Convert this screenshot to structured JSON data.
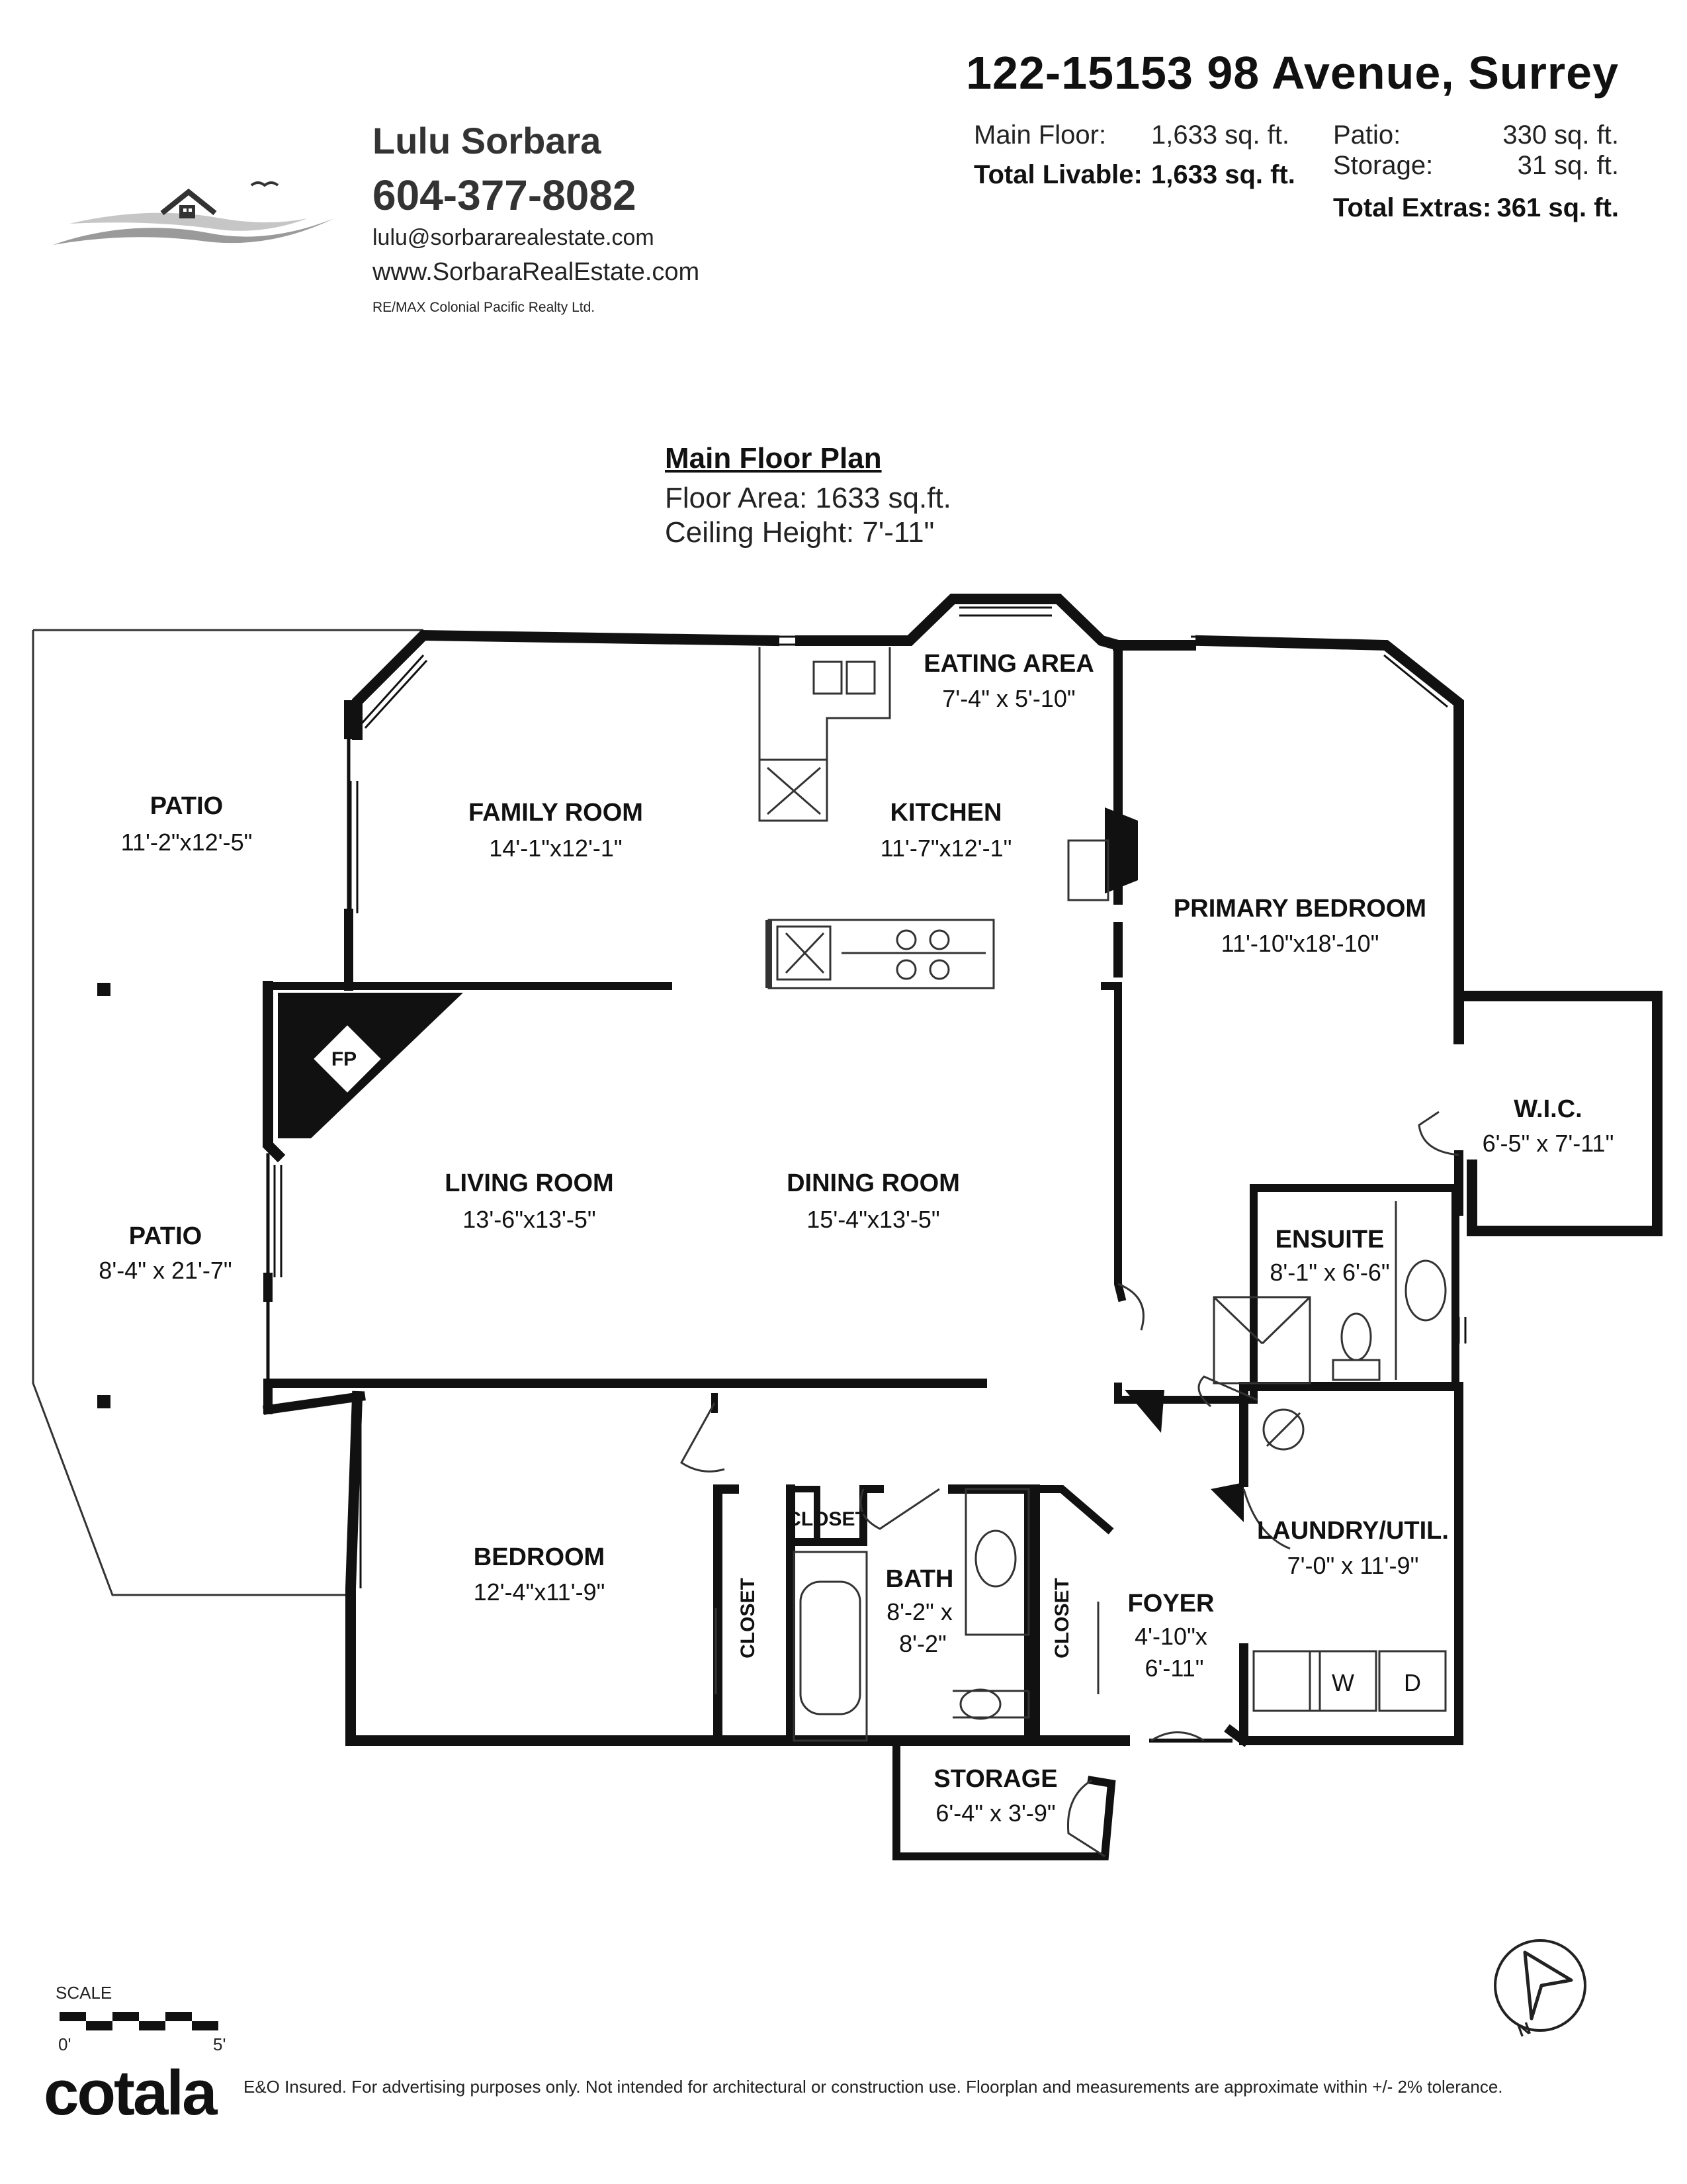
{
  "agent": {
    "name": "Lulu Sorbara",
    "phone": "604-377-8082",
    "email": "lulu@sorbararealestate.com",
    "website": "www.SorbaraRealEstate.com",
    "brokerage": "RE/MAX Colonial Pacific Realty Ltd."
  },
  "listing": {
    "address": "122-15153 98 Avenue, Surrey",
    "main_floor_label": "Main Floor:",
    "main_floor_value": "1,633 sq. ft.",
    "total_livable_label": "Total Livable:",
    "total_livable_value": "1,633 sq. ft.",
    "patio_label": "Patio:",
    "patio_value": "330 sq. ft.",
    "storage_label": "Storage:",
    "storage_value": "31 sq. ft.",
    "total_extras_label": "Total Extras:",
    "total_extras_value": "361 sq. ft."
  },
  "plan": {
    "title": "Main Floor Plan",
    "floor_area": "Floor Area: 1633 sq.ft.",
    "ceiling_height": "Ceiling Height: 7'-11\""
  },
  "rooms": {
    "patio_top": {
      "name": "PATIO",
      "dims": "11'-2\"x12'-5\""
    },
    "patio_left": {
      "name": "PATIO",
      "dims": "8'-4\" x 21'-7\""
    },
    "family_room": {
      "name": "FAMILY ROOM",
      "dims": "14'-1\"x12'-1\""
    },
    "eating_area": {
      "name": "EATING AREA",
      "dims": "7'-4\" x 5'-10\""
    },
    "kitchen": {
      "name": "KITCHEN",
      "dims": "11'-7\"x12'-1\""
    },
    "primary_bedroom": {
      "name": "PRIMARY BEDROOM",
      "dims": "11'-10\"x18'-10\""
    },
    "fp": "FP",
    "living_room": {
      "name": "LIVING ROOM",
      "dims": "13'-6\"x13'-5\""
    },
    "dining_room": {
      "name": "DINING ROOM",
      "dims": "15'-4\"x13'-5\""
    },
    "wic": {
      "name": "W.I.C.",
      "dims": "6'-5\" x 7'-11\""
    },
    "ensuite": {
      "name": "ENSUITE",
      "dims": "8'-1\" x 6'-6\""
    },
    "bedroom": {
      "name": "BEDROOM",
      "dims": "12'-4\"x11'-9\""
    },
    "closet_top": "CLOSET",
    "closet_bed": "CLOSET",
    "closet_foyer": "CLOSET",
    "bath": {
      "name": "BATH",
      "dims_1": "8'-2\" x",
      "dims_2": "8'-2\""
    },
    "foyer": {
      "name": "FOYER",
      "dims_1": "4'-10\"x",
      "dims_2": "6'-11\""
    },
    "laundry": {
      "name": "LAUNDRY/UTIL.",
      "dims": "7'-0\" x 11'-9\""
    },
    "washer": "W",
    "dryer": "D",
    "storage": {
      "name": "STORAGE",
      "dims": "6'-4\" x 3'-9\""
    }
  },
  "scale": {
    "label": "SCALE",
    "start": "0'",
    "end": "5'"
  },
  "compass": {
    "north": "N"
  },
  "footer": {
    "logo": "cotala",
    "disclaimer": "E&O Insured. For advertising purposes only. Not intended for architectural or construction use. Floorplan and measurements are approximate within +/- 2% tolerance."
  }
}
